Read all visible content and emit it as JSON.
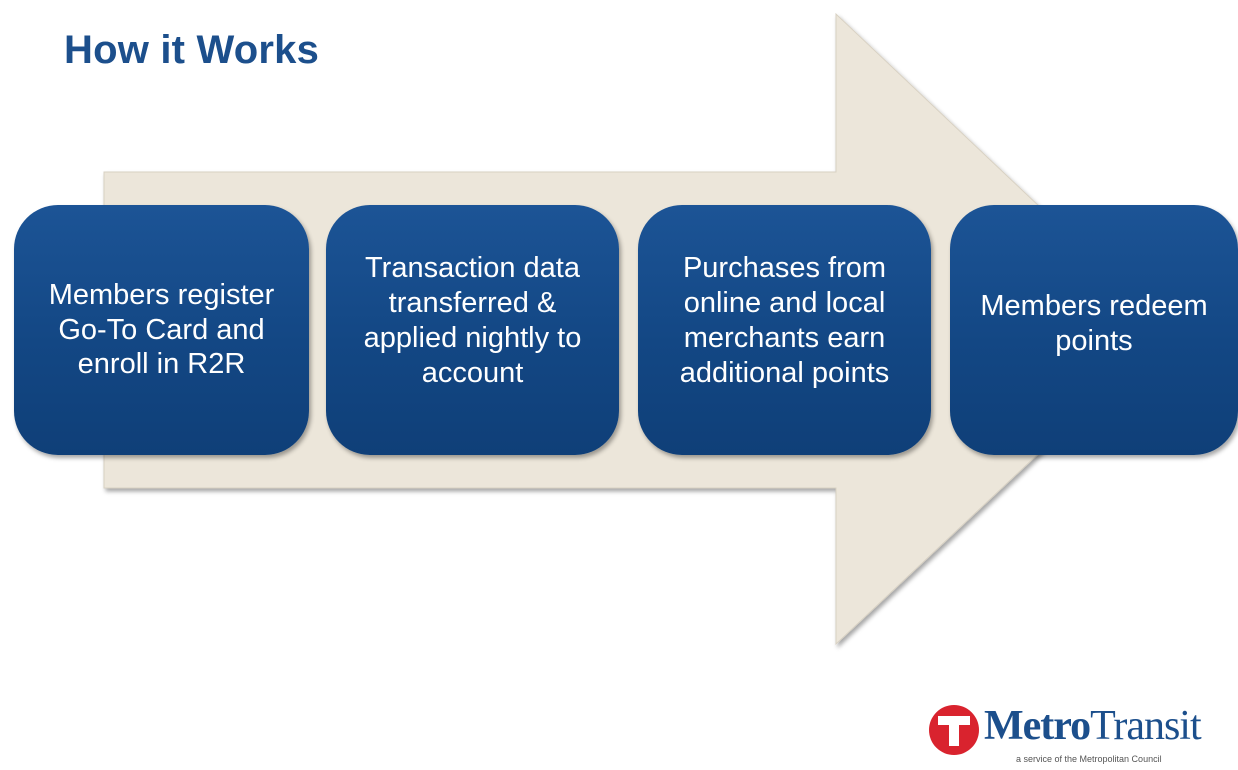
{
  "title": "How it Works",
  "steps": [
    {
      "text": "Members register Go-To Card and enroll in R2R"
    },
    {
      "text": "Transaction data transferred & applied nightly to account"
    },
    {
      "text": "Purchases from online and local merchants earn additional points"
    },
    {
      "text": "Members redeem points"
    }
  ],
  "logo": {
    "metro": "Metro",
    "transit": "Transit",
    "tagline": "a service of the Metropolitan Council"
  },
  "colors": {
    "title": "#1c4f8c",
    "box": "#134784",
    "arrow": "#ece6da",
    "logo_red": "#d9232e"
  }
}
